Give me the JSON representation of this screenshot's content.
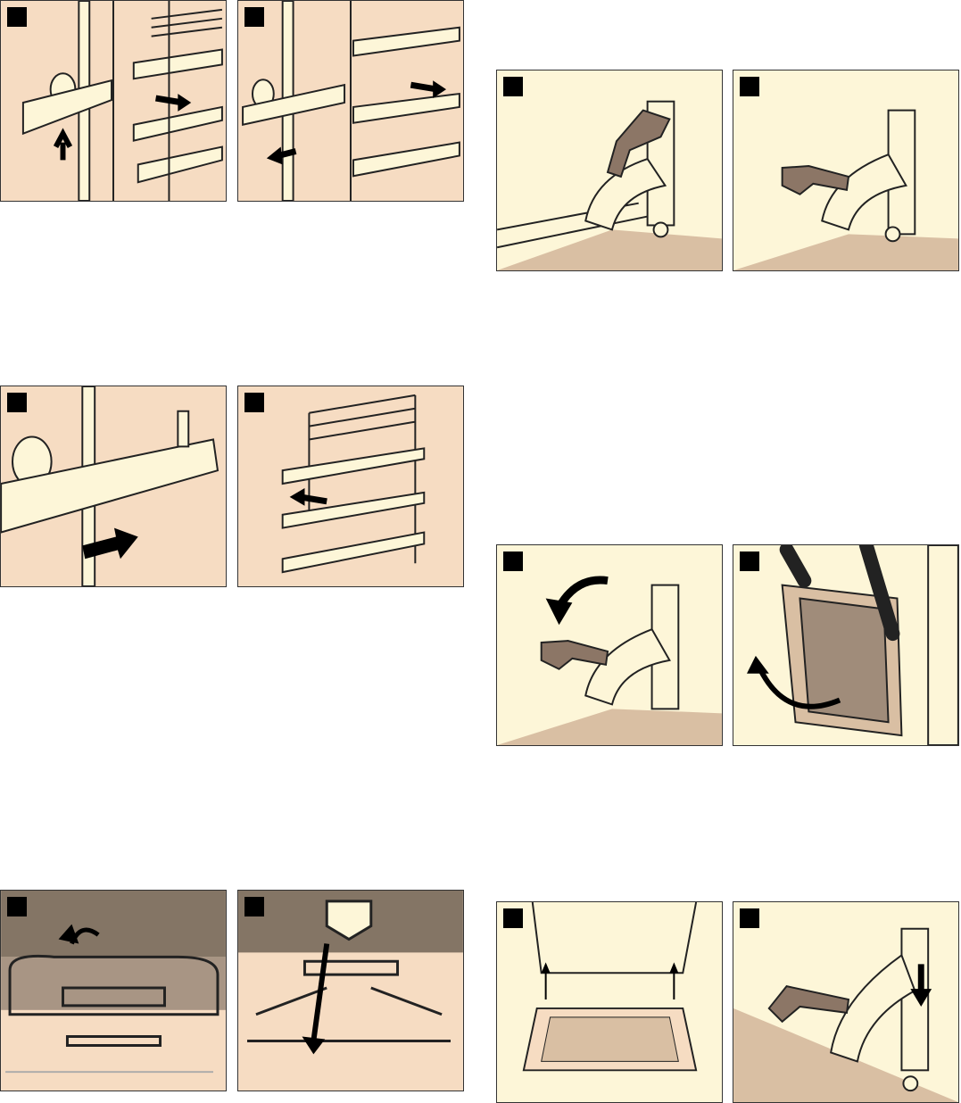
{
  "colors": {
    "panel_bg": "#f6dcc2",
    "part": "#fdf6d8",
    "hinge": "#8c7666",
    "floor": "#d9bfa3",
    "dark": "#847565"
  },
  "figures": [
    {
      "id": "rail-lift",
      "icon": "step-marker-icon"
    },
    {
      "id": "rail-pull",
      "icon": "step-marker-icon"
    },
    {
      "id": "rail-insert",
      "icon": "step-marker-icon"
    },
    {
      "id": "rail-mount",
      "icon": "step-marker-icon"
    },
    {
      "id": "grill-lift",
      "icon": "step-marker-icon"
    },
    {
      "id": "grill-lower",
      "icon": "step-marker-icon"
    },
    {
      "id": "hinge-closed",
      "icon": "step-marker-icon"
    },
    {
      "id": "hinge-open",
      "icon": "step-marker-icon"
    },
    {
      "id": "hinge-fold",
      "icon": "step-marker-icon"
    },
    {
      "id": "door-remove",
      "icon": "step-marker-icon"
    },
    {
      "id": "door-insert",
      "icon": "step-marker-icon"
    },
    {
      "id": "hinge-lock",
      "icon": "step-marker-icon"
    }
  ]
}
